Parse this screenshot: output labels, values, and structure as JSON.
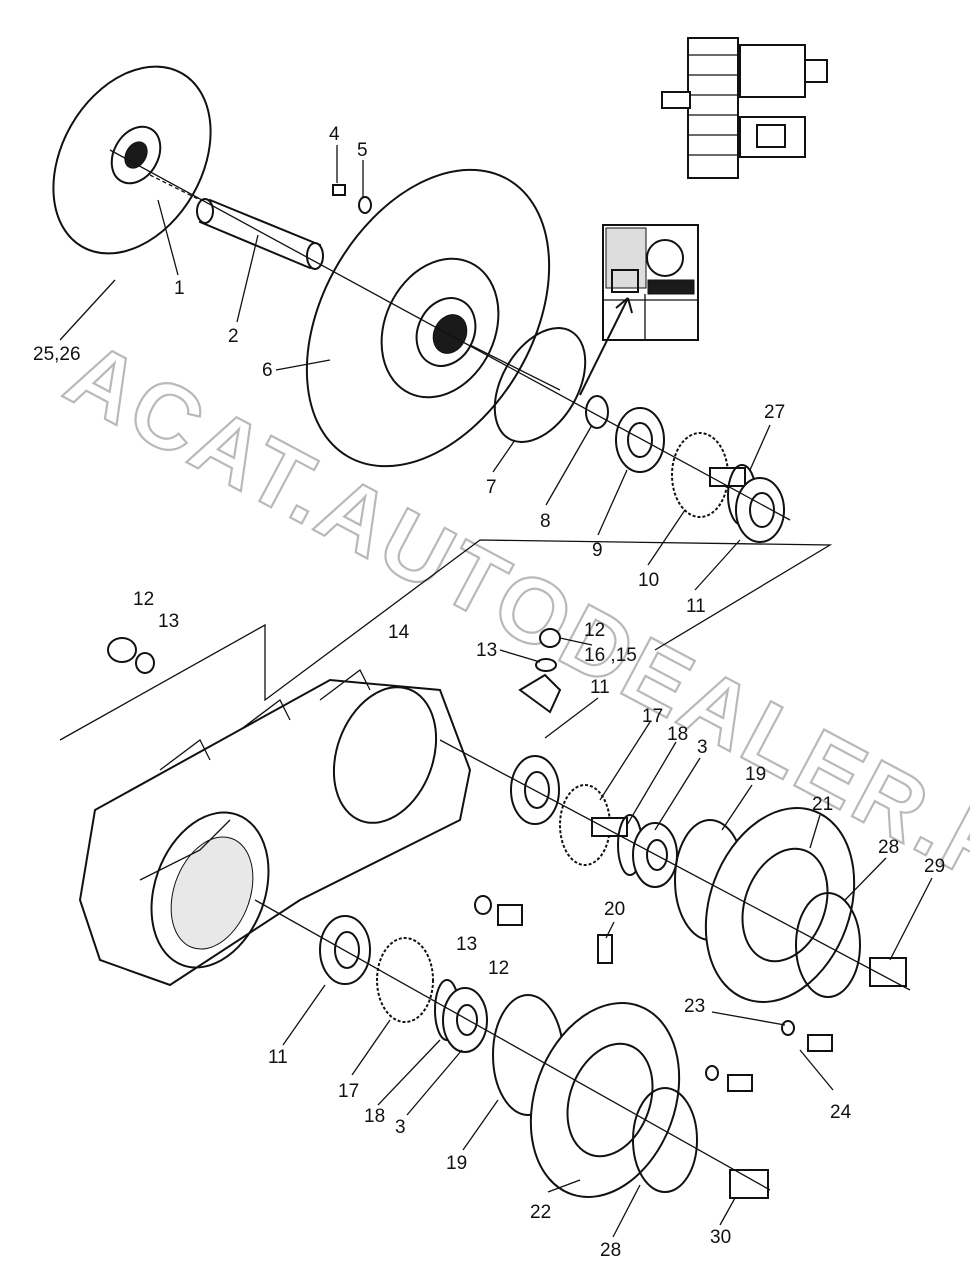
{
  "watermark": "ACAT.AUTODEALER.RU",
  "callouts": [
    {
      "id": "c1",
      "label": "1"
    },
    {
      "id": "c2",
      "label": "2"
    },
    {
      "id": "c4",
      "label": "4"
    },
    {
      "id": "c5",
      "label": "5"
    },
    {
      "id": "c6",
      "label": "6"
    },
    {
      "id": "c7",
      "label": "7"
    },
    {
      "id": "c8",
      "label": "8"
    },
    {
      "id": "c9",
      "label": "9"
    },
    {
      "id": "c10",
      "label": "10"
    },
    {
      "id": "c11a",
      "label": "11"
    },
    {
      "id": "c27",
      "label": "27"
    },
    {
      "id": "c2526",
      "label": "25,26"
    },
    {
      "id": "c12a",
      "label": "12"
    },
    {
      "id": "c13a",
      "label": "13"
    },
    {
      "id": "c14",
      "label": "14"
    },
    {
      "id": "c12b",
      "label": "12"
    },
    {
      "id": "c13b",
      "label": "13"
    },
    {
      "id": "c1615",
      "label": "16 ,15"
    },
    {
      "id": "c11b",
      "label": "11"
    },
    {
      "id": "c17a",
      "label": "17"
    },
    {
      "id": "c18a",
      "label": "18"
    },
    {
      "id": "c3a",
      "label": "3"
    },
    {
      "id": "c19a",
      "label": "19"
    },
    {
      "id": "c21",
      "label": "21"
    },
    {
      "id": "c28a",
      "label": "28"
    },
    {
      "id": "c29",
      "label": "29"
    },
    {
      "id": "c20",
      "label": "20"
    },
    {
      "id": "c13c",
      "label": "13"
    },
    {
      "id": "c12c",
      "label": "12"
    },
    {
      "id": "c23",
      "label": "23"
    },
    {
      "id": "c24",
      "label": "24"
    },
    {
      "id": "c11c",
      "label": "11"
    },
    {
      "id": "c17b",
      "label": "17"
    },
    {
      "id": "c18b",
      "label": "18"
    },
    {
      "id": "c3b",
      "label": "3"
    },
    {
      "id": "c19b",
      "label": "19"
    },
    {
      "id": "c22",
      "label": "22"
    },
    {
      "id": "c28b",
      "label": "28"
    },
    {
      "id": "c30",
      "label": "30"
    }
  ]
}
